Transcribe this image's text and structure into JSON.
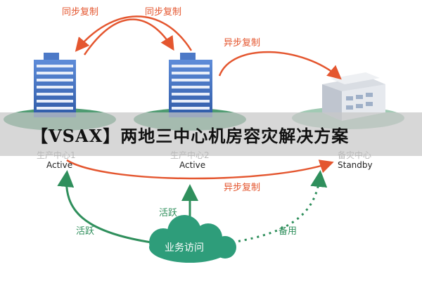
{
  "banner": {
    "title": "【VSAX】两地三中心机房容灾解决方案"
  },
  "sites": [
    {
      "name": "生产中心1",
      "status": "Active"
    },
    {
      "name": "生产中心2",
      "status": "Active"
    },
    {
      "name": "备灾中心",
      "status": "Standby"
    }
  ],
  "replication": {
    "sync_label_left": "同步复制",
    "sync_label_right": "同步复制",
    "async_label_top": "异步复制",
    "async_label_bottom": "异步复制"
  },
  "access": {
    "cloud_label": "业务访问",
    "active_left": "活跃",
    "active_center": "活跃",
    "standby": "备用"
  },
  "colors": {
    "replication_arrow": "#e4562f",
    "access_arrow": "#2f8f5c",
    "cloud": "#2e9d7a",
    "building_blue": "#3f6fc0",
    "standby_building": "#d9dde3"
  }
}
